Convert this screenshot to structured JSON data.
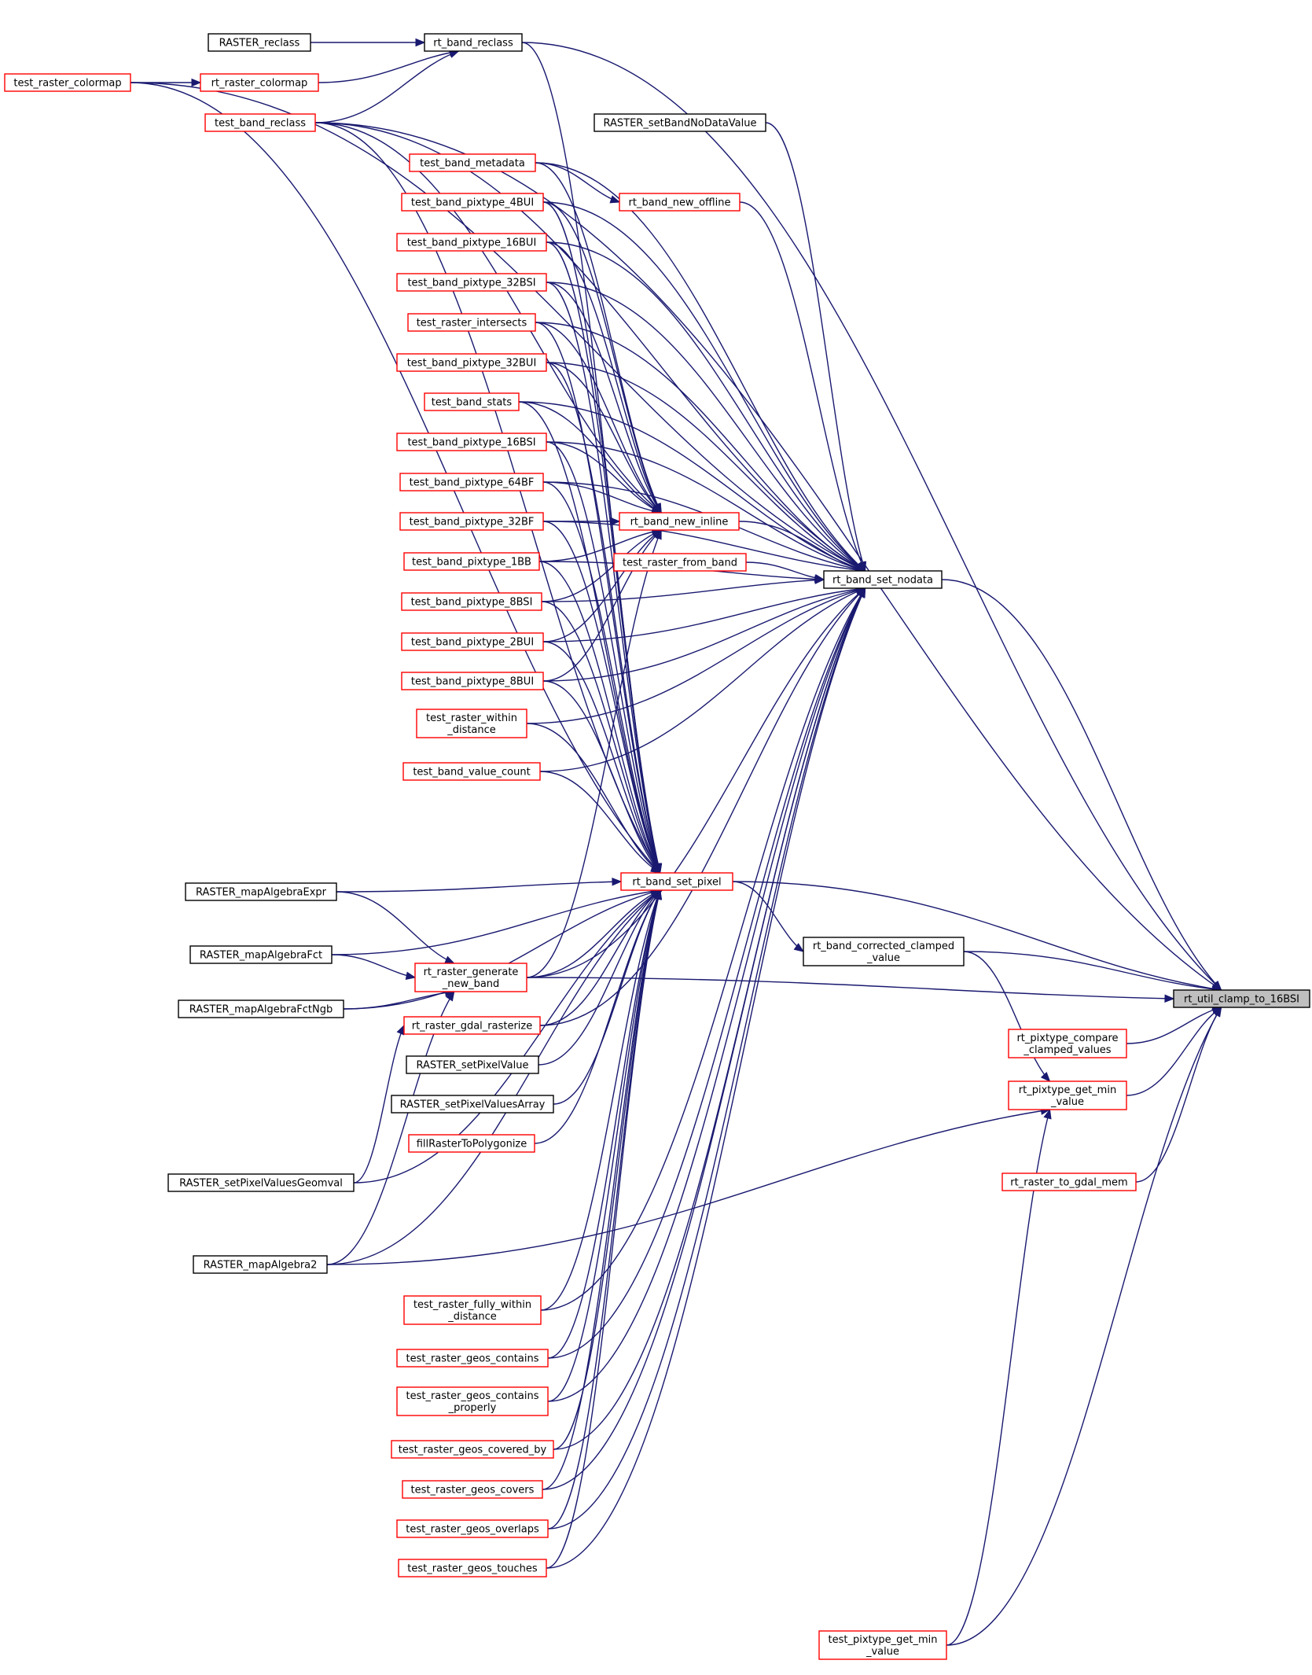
{
  "graph": {
    "colors": {
      "edge": "#191970",
      "documented_border": "#000000",
      "undocumented_border": "#ff0000",
      "target_fill": "#bfbfbf"
    },
    "nodes": [
      {
        "id": "target",
        "lines": [
          "rt_util_clamp_to_16BSI"
        ],
        "kind": "target"
      },
      {
        "id": "nodata",
        "lines": [
          "rt_band_set_nodata"
        ],
        "kind": "black"
      },
      {
        "id": "setpixel",
        "lines": [
          "rt_band_set_pixel"
        ],
        "kind": "red"
      },
      {
        "id": "corrected",
        "lines": [
          "rt_band_corrected_clamped",
          "_value"
        ],
        "kind": "black"
      },
      {
        "id": "gen_new_band",
        "lines": [
          "rt_raster_generate",
          "_new_band"
        ],
        "kind": "red"
      },
      {
        "id": "compare",
        "lines": [
          "rt_pixtype_compare",
          "_clamped_values"
        ],
        "kind": "red"
      },
      {
        "id": "getmin",
        "lines": [
          "rt_pixtype_get_min",
          "_value"
        ],
        "kind": "red"
      },
      {
        "id": "to_gdal_mem",
        "lines": [
          "rt_raster_to_gdal_mem"
        ],
        "kind": "red"
      },
      {
        "id": "test_getmin",
        "lines": [
          "test_pixtype_get_min",
          "_value"
        ],
        "kind": "red"
      },
      {
        "id": "band_reclass",
        "lines": [
          "rt_band_reclass"
        ],
        "kind": "black"
      },
      {
        "id": "raster_reclass",
        "lines": [
          "RASTER_reclass"
        ],
        "kind": "black"
      },
      {
        "id": "test_raster_colormap",
        "lines": [
          "test_raster_colormap"
        ],
        "kind": "red"
      },
      {
        "id": "raster_colormap",
        "lines": [
          "rt_raster_colormap"
        ],
        "kind": "red"
      },
      {
        "id": "test_band_reclass",
        "lines": [
          "test_band_reclass"
        ],
        "kind": "red"
      },
      {
        "id": "setbandnodata",
        "lines": [
          "RASTER_setBandNoDataValue"
        ],
        "kind": "black"
      },
      {
        "id": "test_band_metadata",
        "lines": [
          "test_band_metadata"
        ],
        "kind": "red"
      },
      {
        "id": "new_offline",
        "lines": [
          "rt_band_new_offline"
        ],
        "kind": "red"
      },
      {
        "id": "p4BUI",
        "lines": [
          "test_band_pixtype_4BUI"
        ],
        "kind": "red"
      },
      {
        "id": "p16BUI",
        "lines": [
          "test_band_pixtype_16BUI"
        ],
        "kind": "red"
      },
      {
        "id": "p32BSI",
        "lines": [
          "test_band_pixtype_32BSI"
        ],
        "kind": "red"
      },
      {
        "id": "intersects",
        "lines": [
          "test_raster_intersects"
        ],
        "kind": "red"
      },
      {
        "id": "p32BUI",
        "lines": [
          "test_band_pixtype_32BUI"
        ],
        "kind": "red"
      },
      {
        "id": "stats",
        "lines": [
          "test_band_stats"
        ],
        "kind": "red"
      },
      {
        "id": "p16BSI",
        "lines": [
          "test_band_pixtype_16BSI"
        ],
        "kind": "red"
      },
      {
        "id": "p64BF",
        "lines": [
          "test_band_pixtype_64BF"
        ],
        "kind": "red"
      },
      {
        "id": "p32BF",
        "lines": [
          "test_band_pixtype_32BF"
        ],
        "kind": "red"
      },
      {
        "id": "new_inline",
        "lines": [
          "rt_band_new_inline"
        ],
        "kind": "red"
      },
      {
        "id": "from_band",
        "lines": [
          "test_raster_from_band"
        ],
        "kind": "red"
      },
      {
        "id": "p1BB",
        "lines": [
          "test_band_pixtype_1BB"
        ],
        "kind": "red"
      },
      {
        "id": "p8BSI",
        "lines": [
          "test_band_pixtype_8BSI"
        ],
        "kind": "red"
      },
      {
        "id": "p2BUI",
        "lines": [
          "test_band_pixtype_2BUI"
        ],
        "kind": "red"
      },
      {
        "id": "p8BUI",
        "lines": [
          "test_band_pixtype_8BUI"
        ],
        "kind": "red"
      },
      {
        "id": "within_distance",
        "lines": [
          "test_raster_within",
          "_distance"
        ],
        "kind": "red"
      },
      {
        "id": "value_count",
        "lines": [
          "test_band_value_count"
        ],
        "kind": "red"
      },
      {
        "id": "ma_expr",
        "lines": [
          "RASTER_mapAlgebraExpr"
        ],
        "kind": "black"
      },
      {
        "id": "ma_fct",
        "lines": [
          "RASTER_mapAlgebraFct"
        ],
        "kind": "black"
      },
      {
        "id": "ma_fctngb",
        "lines": [
          "RASTER_mapAlgebraFctNgb"
        ],
        "kind": "black"
      },
      {
        "id": "gdal_rasterize",
        "lines": [
          "rt_raster_gdal_rasterize"
        ],
        "kind": "red"
      },
      {
        "id": "setpixelvalue",
        "lines": [
          "RASTER_setPixelValue"
        ],
        "kind": "black"
      },
      {
        "id": "setpixelvaluesarray",
        "lines": [
          "RASTER_setPixelValuesArray"
        ],
        "kind": "black"
      },
      {
        "id": "fillraster",
        "lines": [
          "fillRasterToPolygonize"
        ],
        "kind": "red"
      },
      {
        "id": "setpixelvaluesgeomval",
        "lines": [
          "RASTER_setPixelValuesGeomval"
        ],
        "kind": "black"
      },
      {
        "id": "ma2",
        "lines": [
          "RASTER_mapAlgebra2"
        ],
        "kind": "black"
      },
      {
        "id": "fully_within",
        "lines": [
          "test_raster_fully_within",
          "_distance"
        ],
        "kind": "red"
      },
      {
        "id": "geos_contains",
        "lines": [
          "test_raster_geos_contains"
        ],
        "kind": "red"
      },
      {
        "id": "geos_contains_properly",
        "lines": [
          "test_raster_geos_contains",
          "_properly"
        ],
        "kind": "red"
      },
      {
        "id": "geos_covered_by",
        "lines": [
          "test_raster_geos_covered_by"
        ],
        "kind": "red"
      },
      {
        "id": "geos_covers",
        "lines": [
          "test_raster_geos_covers"
        ],
        "kind": "red"
      },
      {
        "id": "geos_overlaps",
        "lines": [
          "test_raster_geos_overlaps"
        ],
        "kind": "red"
      },
      {
        "id": "geos_touches",
        "lines": [
          "test_raster_geos_touches"
        ],
        "kind": "red"
      }
    ],
    "edges": [
      [
        "nodata",
        "target"
      ],
      [
        "setpixel",
        "target"
      ],
      [
        "corrected",
        "target"
      ],
      [
        "gen_new_band",
        "target"
      ],
      [
        "compare",
        "target"
      ],
      [
        "getmin",
        "target"
      ],
      [
        "to_gdal_mem",
        "target"
      ],
      [
        "test_getmin",
        "target"
      ],
      [
        "band_reclass",
        "target"
      ],
      [
        "test_band_reclass",
        "target"
      ],
      [
        "setpixel",
        "corrected"
      ],
      [
        "corrected",
        "getmin"
      ],
      [
        "test_getmin",
        "getmin"
      ],
      [
        "raster_reclass",
        "band_reclass"
      ],
      [
        "raster_colormap",
        "band_reclass"
      ],
      [
        "test_band_reclass",
        "band_reclass"
      ],
      [
        "test_raster_colormap",
        "raster_colormap"
      ],
      [
        "test_band_metadata",
        "new_offline"
      ],
      [
        "setbandnodata",
        "nodata"
      ],
      [
        "new_offline",
        "nodata"
      ],
      [
        "new_inline",
        "nodata"
      ],
      [
        "from_band",
        "nodata"
      ],
      [
        "test_raster_colormap",
        "nodata"
      ],
      [
        "test_band_reclass",
        "nodata"
      ],
      [
        "test_band_metadata",
        "nodata"
      ],
      [
        "p4BUI",
        "nodata"
      ],
      [
        "p16BUI",
        "nodata"
      ],
      [
        "p32BSI",
        "nodata"
      ],
      [
        "intersects",
        "nodata"
      ],
      [
        "p32BUI",
        "nodata"
      ],
      [
        "stats",
        "nodata"
      ],
      [
        "p16BSI",
        "nodata"
      ],
      [
        "p64BF",
        "nodata"
      ],
      [
        "p32BF",
        "nodata"
      ],
      [
        "p1BB",
        "nodata"
      ],
      [
        "p8BSI",
        "nodata"
      ],
      [
        "p2BUI",
        "nodata"
      ],
      [
        "p8BUI",
        "nodata"
      ],
      [
        "within_distance",
        "nodata"
      ],
      [
        "value_count",
        "nodata"
      ],
      [
        "gen_new_band",
        "nodata"
      ],
      [
        "gdal_rasterize",
        "nodata"
      ],
      [
        "fully_within",
        "nodata"
      ],
      [
        "geos_contains",
        "nodata"
      ],
      [
        "geos_contains_properly",
        "nodata"
      ],
      [
        "geos_covered_by",
        "nodata"
      ],
      [
        "geos_covers",
        "nodata"
      ],
      [
        "geos_overlaps",
        "nodata"
      ],
      [
        "geos_touches",
        "nodata"
      ],
      [
        "test_band_metadata",
        "new_inline"
      ],
      [
        "p4BUI",
        "new_inline"
      ],
      [
        "p16BUI",
        "new_inline"
      ],
      [
        "p32BSI",
        "new_inline"
      ],
      [
        "intersects",
        "new_inline"
      ],
      [
        "p32BUI",
        "new_inline"
      ],
      [
        "stats",
        "new_inline"
      ],
      [
        "p16BSI",
        "new_inline"
      ],
      [
        "p64BF",
        "new_inline"
      ],
      [
        "p32BF",
        "new_inline"
      ],
      [
        "p1BB",
        "new_inline"
      ],
      [
        "p8BSI",
        "new_inline"
      ],
      [
        "p2BUI",
        "new_inline"
      ],
      [
        "p8BUI",
        "new_inline"
      ],
      [
        "gen_new_band",
        "new_inline"
      ],
      [
        "test_band_reclass",
        "new_inline"
      ],
      [
        "band_reclass",
        "setpixel"
      ],
      [
        "test_raster_colormap",
        "setpixel"
      ],
      [
        "test_band_reclass",
        "setpixel"
      ],
      [
        "p4BUI",
        "setpixel"
      ],
      [
        "p16BUI",
        "setpixel"
      ],
      [
        "p32BSI",
        "setpixel"
      ],
      [
        "intersects",
        "setpixel"
      ],
      [
        "p32BUI",
        "setpixel"
      ],
      [
        "stats",
        "setpixel"
      ],
      [
        "p16BSI",
        "setpixel"
      ],
      [
        "p64BF",
        "setpixel"
      ],
      [
        "p32BF",
        "setpixel"
      ],
      [
        "p1BB",
        "setpixel"
      ],
      [
        "p8BSI",
        "setpixel"
      ],
      [
        "p2BUI",
        "setpixel"
      ],
      [
        "p8BUI",
        "setpixel"
      ],
      [
        "within_distance",
        "setpixel"
      ],
      [
        "value_count",
        "setpixel"
      ],
      [
        "ma_expr",
        "setpixel"
      ],
      [
        "ma_fct",
        "setpixel"
      ],
      [
        "ma_fctngb",
        "setpixel"
      ],
      [
        "gen_new_band",
        "setpixel"
      ],
      [
        "gdal_rasterize",
        "setpixel"
      ],
      [
        "setpixelvalue",
        "setpixel"
      ],
      [
        "setpixelvaluesarray",
        "setpixel"
      ],
      [
        "fillraster",
        "setpixel"
      ],
      [
        "setpixelvaluesgeomval",
        "setpixel"
      ],
      [
        "ma2",
        "setpixel"
      ],
      [
        "fully_within",
        "setpixel"
      ],
      [
        "geos_contains",
        "setpixel"
      ],
      [
        "geos_contains_properly",
        "setpixel"
      ],
      [
        "geos_covered_by",
        "setpixel"
      ],
      [
        "geos_covers",
        "setpixel"
      ],
      [
        "geos_overlaps",
        "setpixel"
      ],
      [
        "geos_touches",
        "setpixel"
      ],
      [
        "ma_expr",
        "gen_new_band"
      ],
      [
        "ma_fct",
        "gen_new_band"
      ],
      [
        "ma_fctngb",
        "gen_new_band"
      ],
      [
        "ma2",
        "gen_new_band"
      ],
      [
        "setpixelvaluesgeomval",
        "gdal_rasterize"
      ],
      [
        "ma2",
        "getmin"
      ]
    ]
  }
}
